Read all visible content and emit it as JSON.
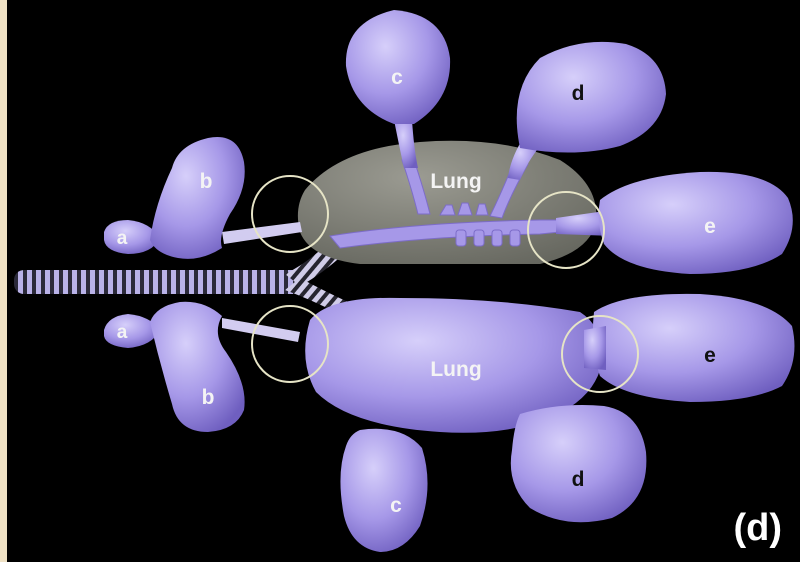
{
  "labels": {
    "a": "a",
    "b": "b",
    "c": "c",
    "d": "d",
    "e": "e",
    "lung": "Lung"
  },
  "panel_label": "(d)",
  "colors": {
    "sac": "#a596e6",
    "sac_light": "#c9c0f5",
    "sac_dark": "#7363c3",
    "lung_grey": "#898a80",
    "ring": "#e6e4c6",
    "background": "#000000",
    "label_white": "#f4f4f4",
    "label_dark": "#111111"
  }
}
